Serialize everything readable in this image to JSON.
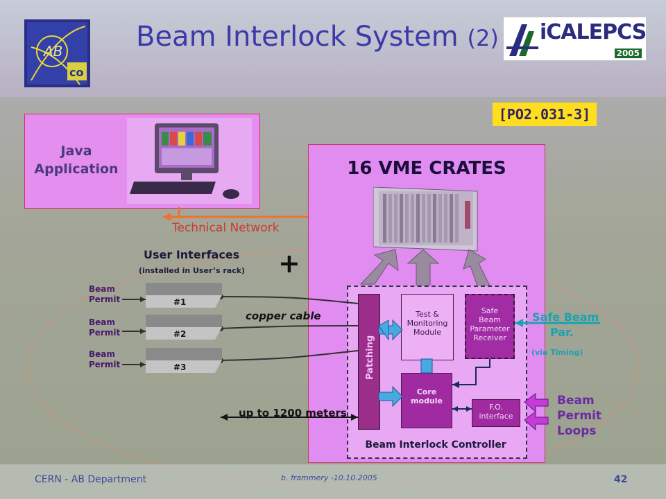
{
  "title": {
    "main": "Beam Interlock System",
    "sub": "(2)"
  },
  "reference": "[PO2.031-3]",
  "logos": {
    "left_logo_text": [
      "AB",
      "co"
    ],
    "conference_logo_text": "iCALEPCS",
    "conference_year": "2005"
  },
  "java_app": {
    "label_line1": "Java",
    "label_line2": "Application"
  },
  "vme": {
    "title": "16 VME CRATES"
  },
  "network": {
    "label_part1": "Technical",
    "label_part2": "Network"
  },
  "user_interfaces": {
    "title": "User Interfaces",
    "subtitle": "(installed in User’s rack)",
    "units": [
      {
        "permit_line1": "Beam",
        "permit_line2": "Permit",
        "id": "#1"
      },
      {
        "permit_line1": "Beam",
        "permit_line2": "Permit",
        "id": "#2"
      },
      {
        "permit_line1": "Beam",
        "permit_line2": "Permit",
        "id": "#3"
      }
    ]
  },
  "plus_sign": "+",
  "cable": {
    "label": "copper cable",
    "distance": "up to 1200 meters"
  },
  "controller": {
    "title": "Beam Interlock Controller",
    "patching": "Patching",
    "test_module": [
      "Test &",
      "Monitoring",
      "Module"
    ],
    "safe_receiver": [
      "Safe",
      "Beam",
      "Parameter",
      "Receiver"
    ],
    "core_module": [
      "Core",
      "module"
    ],
    "fo_interface": [
      "F.O.",
      "interface"
    ]
  },
  "safe_beam": {
    "line1": "Safe Beam",
    "line2": "Par.",
    "via": "(via Timing)"
  },
  "permit_loops": {
    "line1": "Beam",
    "line2": "Permit",
    "line3": "Loops"
  },
  "footer": {
    "left": "CERN - AB Department",
    "center": "b. frammery -10.10.2005",
    "page": "42"
  },
  "colors": {
    "title": "#3b3aa8",
    "reference_bg": "#ffde1f",
    "java_panel": "#e48ef0",
    "crates_panel": "#e08cf0",
    "technical_network": "#f07030",
    "safe_beam": "#19a3b0",
    "permit_loops": "#7a3ac8"
  }
}
